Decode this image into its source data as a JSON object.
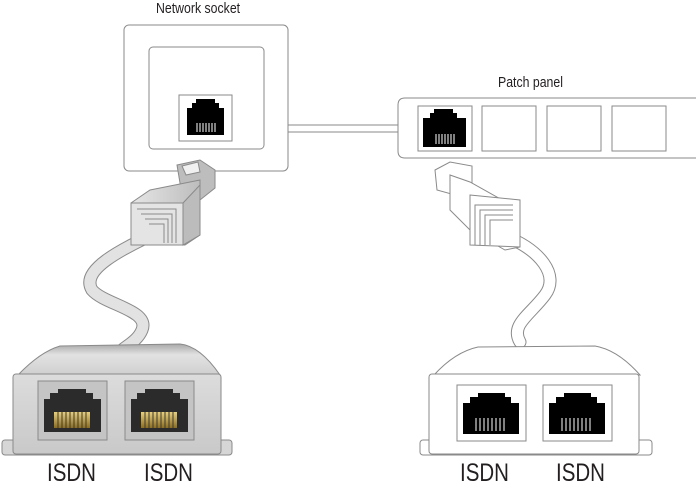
{
  "diagram": {
    "labels": {
      "network_socket": "Network socket",
      "patch_panel": "Patch panel"
    },
    "left_adapter": {
      "style": "filled-grey",
      "ports": [
        {
          "label": "ISDN"
        },
        {
          "label": "ISDN"
        }
      ]
    },
    "right_adapter": {
      "style": "outline",
      "ports": [
        {
          "label": "ISDN"
        },
        {
          "label": "ISDN"
        }
      ]
    },
    "patch_panel_ports": [
      {
        "occupied": true
      },
      {
        "occupied": false
      },
      {
        "occupied": false
      },
      {
        "occupied": false
      }
    ],
    "colors": {
      "stroke": "#8a8a8a",
      "jack": "#000000",
      "grey_fill": "#d4d4d4",
      "gold_pins": "#b8973a",
      "text": "#231f20"
    }
  }
}
